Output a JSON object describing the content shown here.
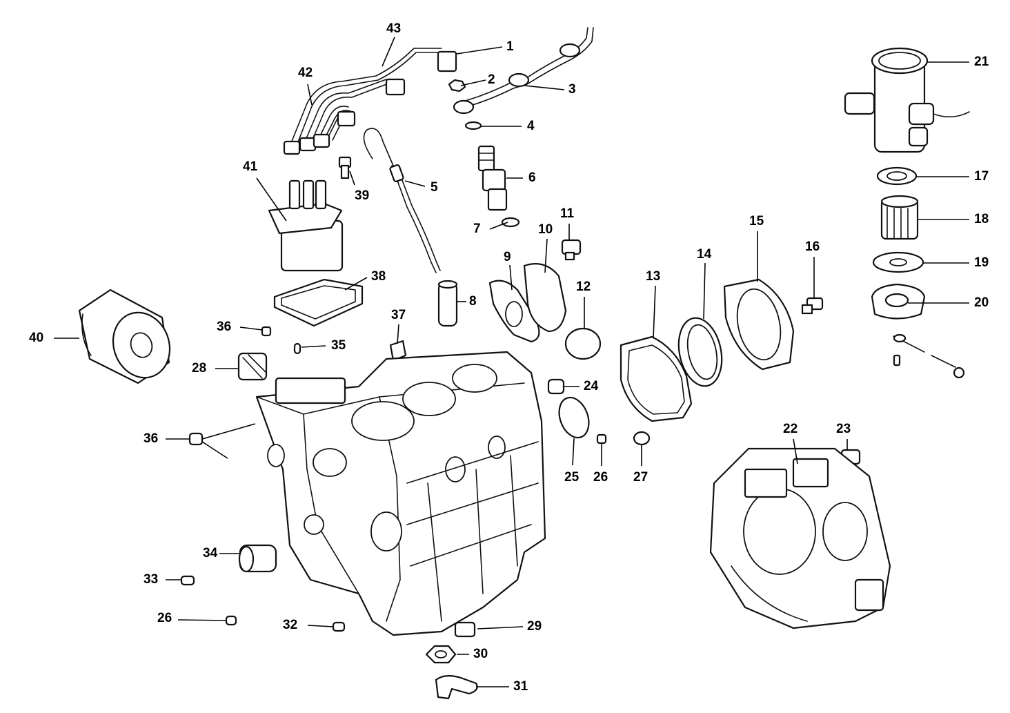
{
  "diagram": {
    "callouts": [
      {
        "id": "1",
        "label": "1"
      },
      {
        "id": "2",
        "label": "2"
      },
      {
        "id": "3",
        "label": "3"
      },
      {
        "id": "4",
        "label": "4"
      },
      {
        "id": "5",
        "label": "5"
      },
      {
        "id": "6",
        "label": "6"
      },
      {
        "id": "7",
        "label": "7"
      },
      {
        "id": "8",
        "label": "8"
      },
      {
        "id": "9",
        "label": "9"
      },
      {
        "id": "10",
        "label": "10"
      },
      {
        "id": "11",
        "label": "11"
      },
      {
        "id": "12",
        "label": "12"
      },
      {
        "id": "13",
        "label": "13"
      },
      {
        "id": "14",
        "label": "14"
      },
      {
        "id": "15",
        "label": "15"
      },
      {
        "id": "16",
        "label": "16"
      },
      {
        "id": "17",
        "label": "17"
      },
      {
        "id": "18",
        "label": "18"
      },
      {
        "id": "19",
        "label": "19"
      },
      {
        "id": "20",
        "label": "20"
      },
      {
        "id": "21",
        "label": "21"
      },
      {
        "id": "22",
        "label": "22"
      },
      {
        "id": "23",
        "label": "23"
      },
      {
        "id": "24",
        "label": "24"
      },
      {
        "id": "25",
        "label": "25"
      },
      {
        "id": "26a",
        "label": "26"
      },
      {
        "id": "26b",
        "label": "26"
      },
      {
        "id": "27",
        "label": "27"
      },
      {
        "id": "28",
        "label": "28"
      },
      {
        "id": "29",
        "label": "29"
      },
      {
        "id": "30",
        "label": "30"
      },
      {
        "id": "31",
        "label": "31"
      },
      {
        "id": "32",
        "label": "32"
      },
      {
        "id": "33",
        "label": "33"
      },
      {
        "id": "34",
        "label": "34"
      },
      {
        "id": "35",
        "label": "35"
      },
      {
        "id": "36a",
        "label": "36"
      },
      {
        "id": "36b",
        "label": "36"
      },
      {
        "id": "37",
        "label": "37"
      },
      {
        "id": "38",
        "label": "38"
      },
      {
        "id": "39",
        "label": "39"
      },
      {
        "id": "40",
        "label": "40"
      },
      {
        "id": "41",
        "label": "41"
      },
      {
        "id": "42",
        "label": "42"
      },
      {
        "id": "43",
        "label": "43"
      }
    ]
  }
}
